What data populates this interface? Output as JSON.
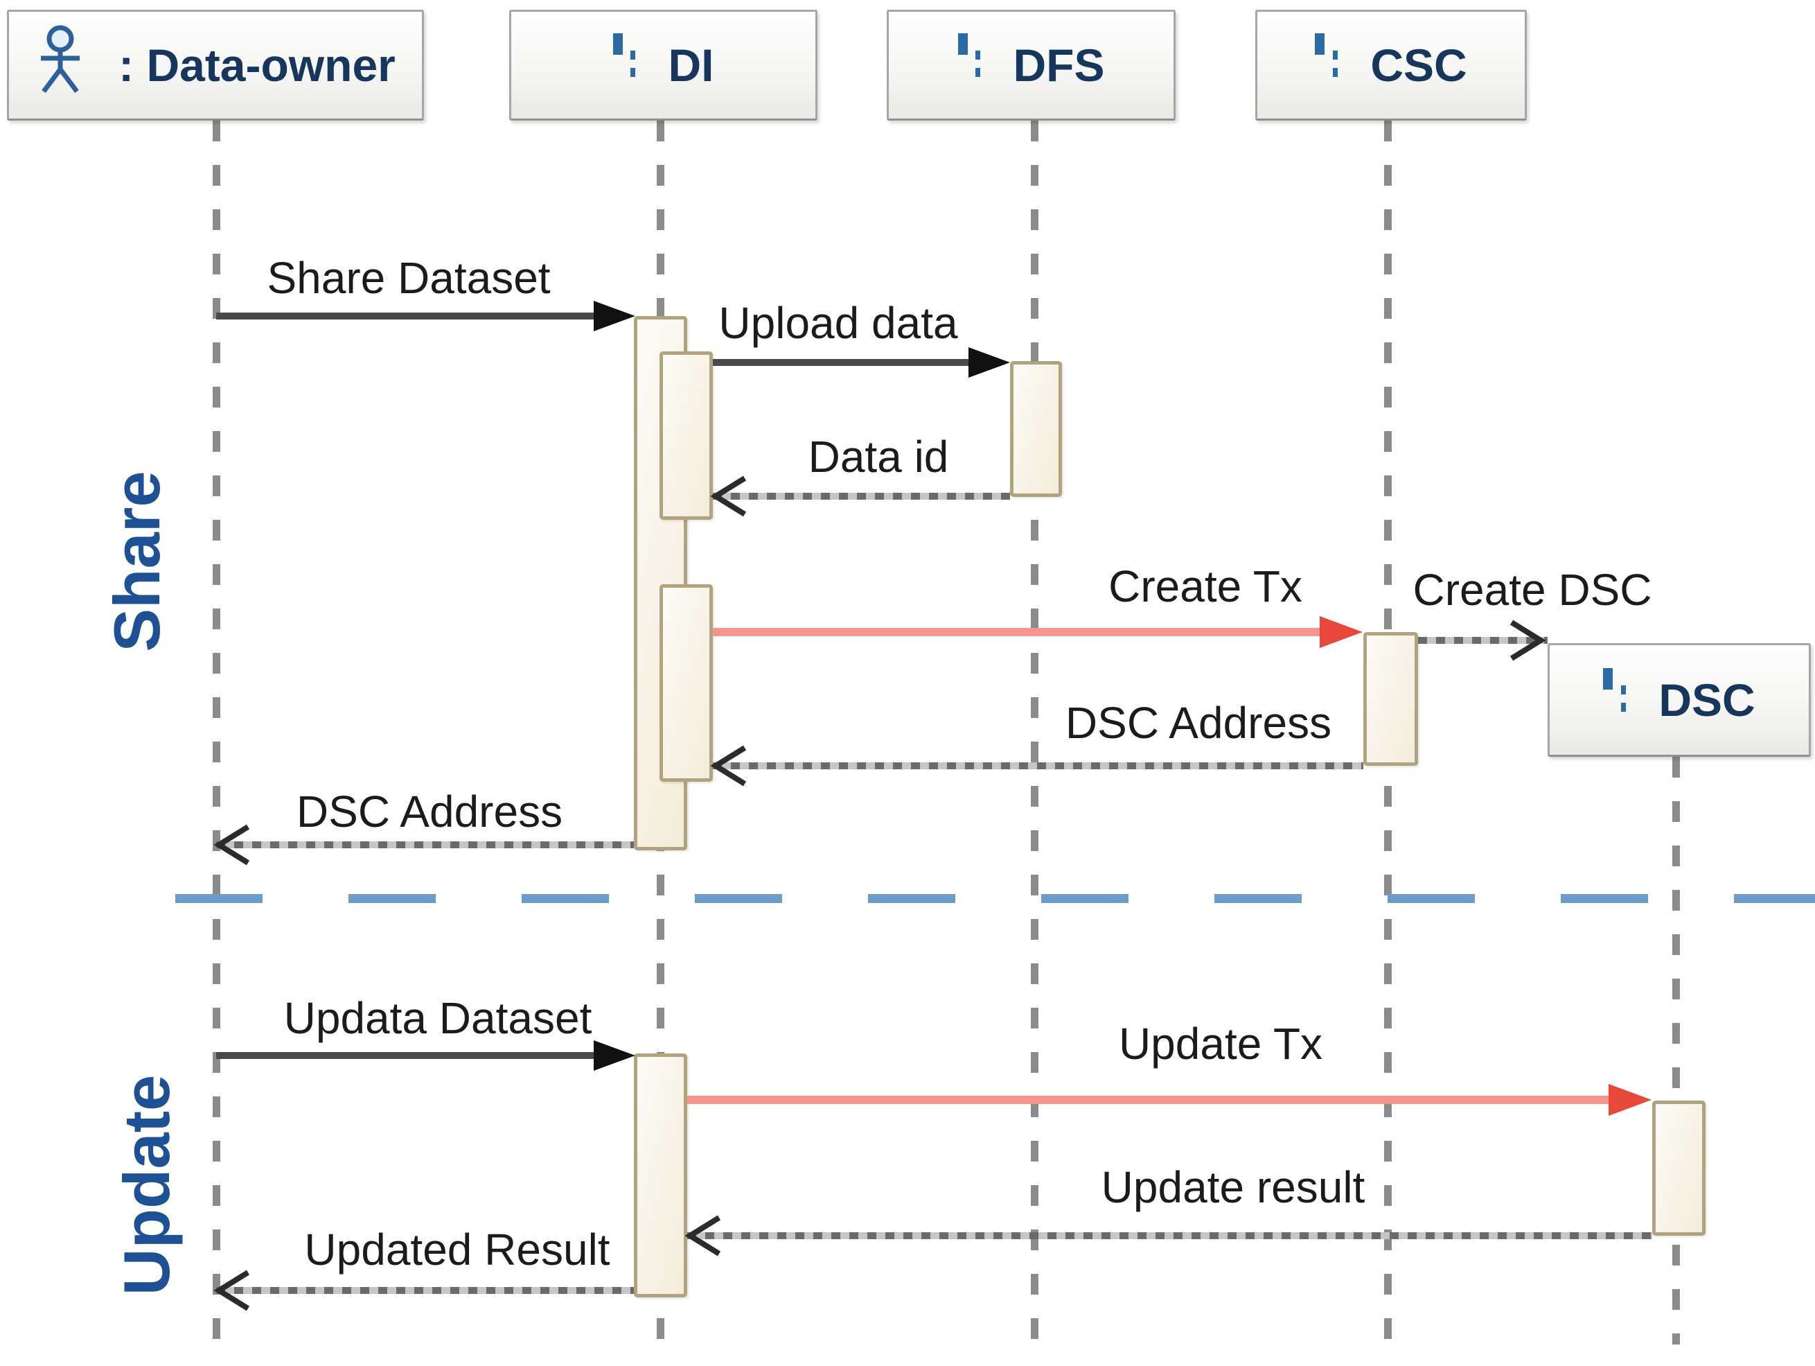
{
  "diagram": {
    "participants": [
      {
        "id": "data-owner",
        "label": ": Data-owner",
        "icon": "actor"
      },
      {
        "id": "di",
        "label": "DI",
        "icon": "boundary-lifeline"
      },
      {
        "id": "dfs",
        "label": "DFS",
        "icon": "boundary-lifeline"
      },
      {
        "id": "csc",
        "label": "CSC",
        "icon": "boundary-lifeline"
      },
      {
        "id": "dsc",
        "label": "DSC",
        "icon": "boundary-lifeline"
      }
    ],
    "sections": [
      {
        "label": "Share"
      },
      {
        "label": "Update"
      }
    ],
    "messages": [
      {
        "label": "Share Dataset",
        "type": "sync",
        "from": "data-owner",
        "to": "di"
      },
      {
        "label": "Upload data",
        "type": "sync",
        "from": "di",
        "to": "dfs"
      },
      {
        "label": "Data id",
        "type": "return",
        "from": "dfs",
        "to": "di"
      },
      {
        "label": "Create Tx",
        "type": "async",
        "from": "di",
        "to": "csc"
      },
      {
        "label": "Create DSC",
        "type": "create",
        "from": "csc",
        "to": "dsc"
      },
      {
        "label": "DSC Address",
        "type": "return",
        "from": "csc",
        "to": "di"
      },
      {
        "label": "DSC Address",
        "type": "return",
        "from": "di",
        "to": "data-owner"
      },
      {
        "label": "Updata Dataset",
        "type": "sync",
        "from": "data-owner",
        "to": "di"
      },
      {
        "label": "Update Tx",
        "type": "async",
        "from": "di",
        "to": "dsc"
      },
      {
        "label": "Update result",
        "type": "return",
        "from": "dsc",
        "to": "di"
      },
      {
        "label": "Updated Result",
        "type": "return",
        "from": "di",
        "to": "data-owner"
      }
    ],
    "colors": {
      "participant_text": "#17365d",
      "icon_blue": "#2b6ba3",
      "section_label": "#1d5094",
      "sync_arrow": "#4a4a4a",
      "sync_head": "#111111",
      "async_line": "#f7958d",
      "async_head": "#e8483a",
      "return_line": "#6a6a6a",
      "divider": "#6e9cc9",
      "activation_fill": "#f6efe0",
      "activation_border": "#b2a37f",
      "lifeline": "#8b8b8b"
    }
  }
}
